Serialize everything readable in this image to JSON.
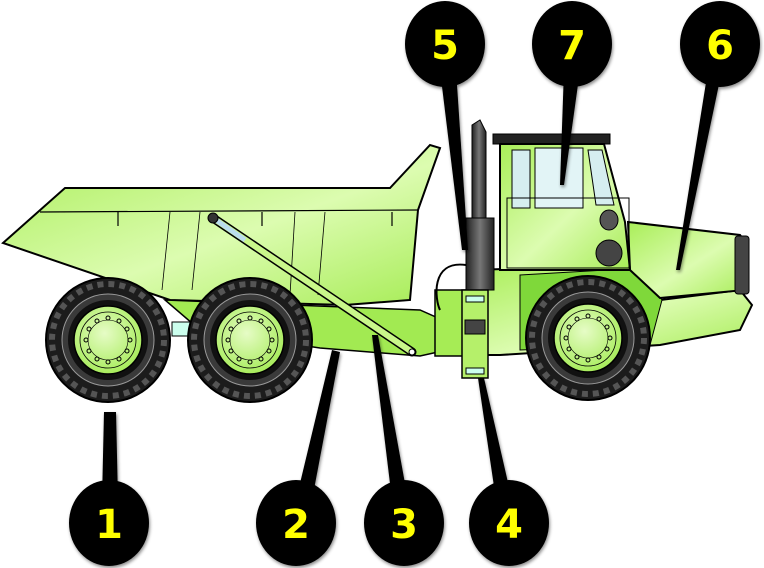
{
  "diagram": {
    "subject": "Articulated dump truck side view",
    "colors": {
      "body": "#b8f26a",
      "body_light": "#d9fba8",
      "body_dark": "#7fdc3a",
      "outline": "#000000",
      "tire": "#2a2a2a",
      "callout_fill": "#000000",
      "callout_text": "#ffff00"
    },
    "callouts": [
      {
        "id": "1",
        "label": "1",
        "target": "rear-wheel"
      },
      {
        "id": "2",
        "label": "2",
        "target": "rear-frame"
      },
      {
        "id": "3",
        "label": "3",
        "target": "hoist-cylinder"
      },
      {
        "id": "4",
        "label": "4",
        "target": "articulation-joint"
      },
      {
        "id": "5",
        "label": "5",
        "target": "exhaust-stack"
      },
      {
        "id": "6",
        "label": "6",
        "target": "engine-hood"
      },
      {
        "id": "7",
        "label": "7",
        "target": "operator-cab"
      }
    ]
  }
}
